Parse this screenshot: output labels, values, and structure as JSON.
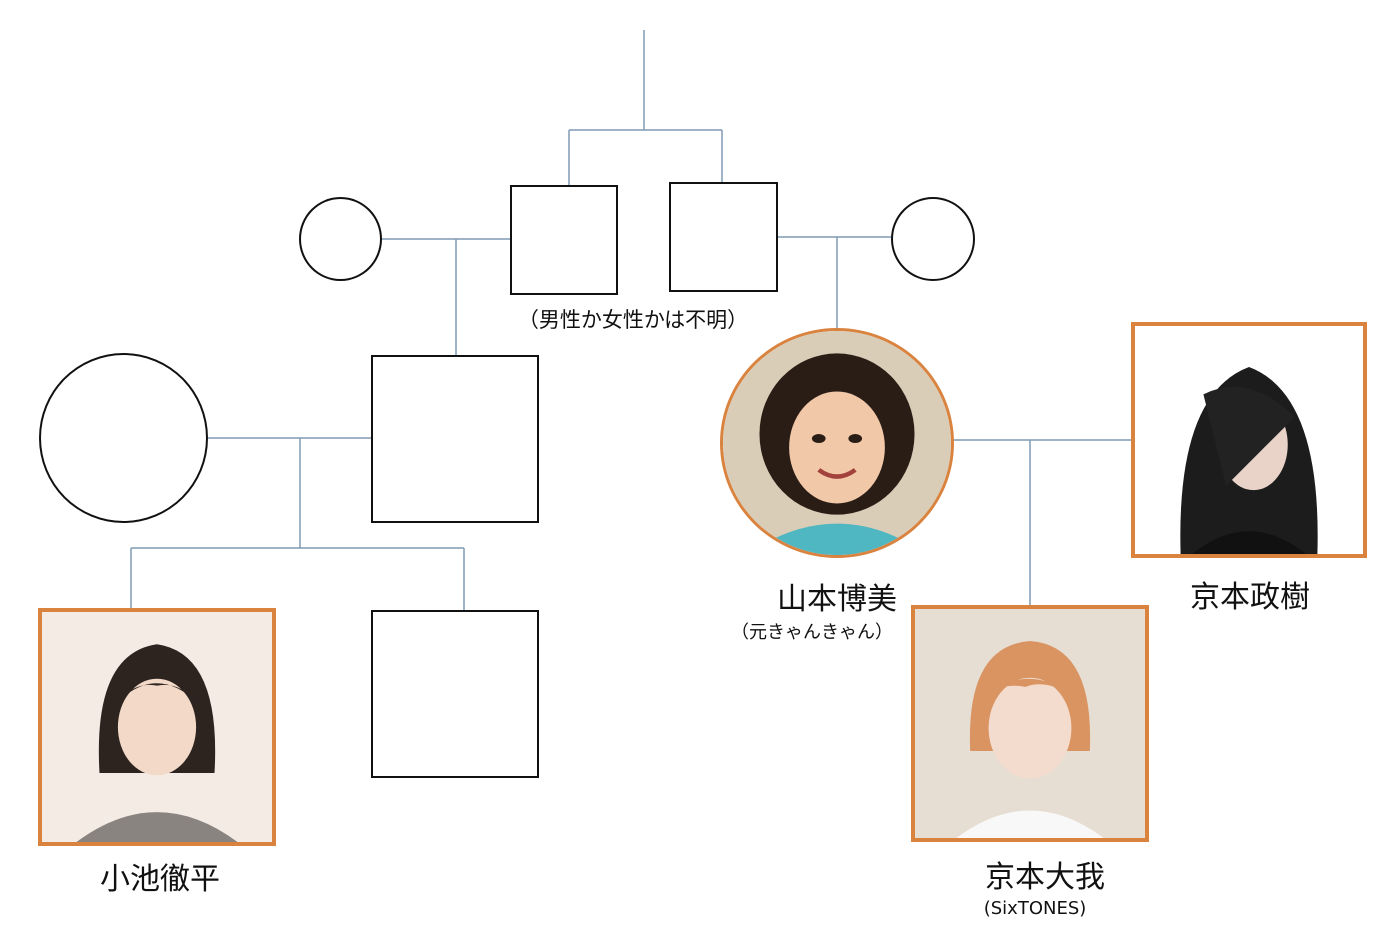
{
  "note_unknown_gender": "（男性か女性かは不明）",
  "persons": {
    "koike": {
      "name": "小池徹平"
    },
    "yamamoto": {
      "name": "山本博美",
      "sub": "（元きゃんきゃん）"
    },
    "masaki": {
      "name": "京本政樹"
    },
    "taiga": {
      "name": "京本大我",
      "sub": "(SixTONES)"
    }
  },
  "colors": {
    "line": "#7f9bb3",
    "highlight": "#d9833f",
    "outline": "#111111"
  },
  "icons": [
    "person-photo-icon"
  ]
}
